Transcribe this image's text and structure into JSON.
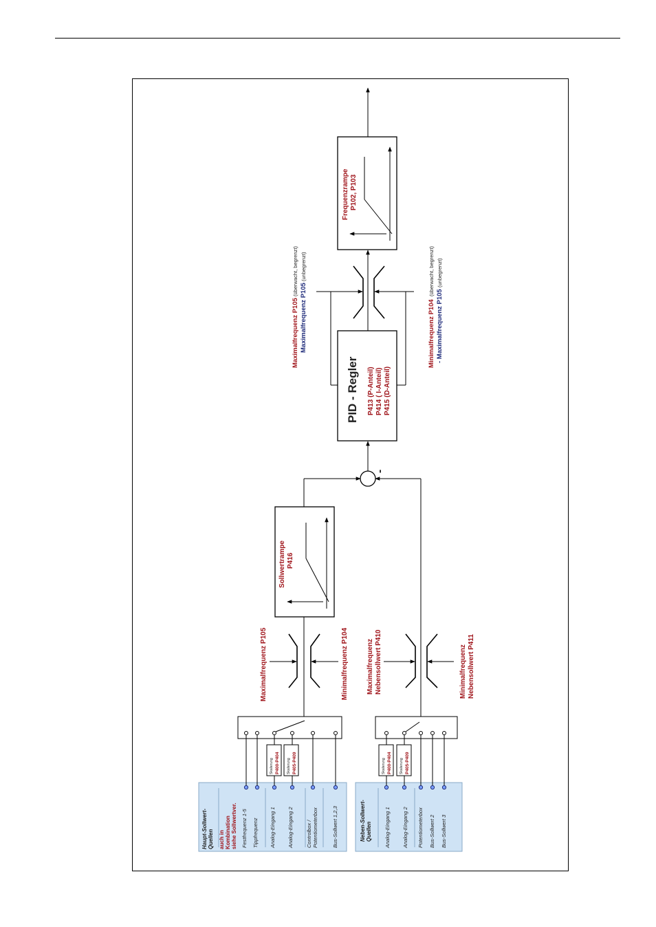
{
  "haupt": {
    "title_line1": "Haupt-Sollwert-",
    "title_line2": "Quellen",
    "combo_line1": "auch in",
    "combo_line2": "Kombination",
    "combo_line3": "siehe Sollwertver.",
    "items": [
      "Festfrequenz 1-5",
      "Tippfrequenz",
      "Analog-Eingang 1",
      "Analog-Eingang 2",
      "Controlbox /",
      "Bus-Sollwert 1,2,3"
    ],
    "item5_line2": "Potentiometerbox",
    "skal1_label": "Skalierung",
    "skal1_value": "P400-P404",
    "skal2_label": "Skalierung",
    "skal2_value": "P405-P409"
  },
  "neben": {
    "title_line1": "Neben-Sollwert-",
    "title_line2": "Quellen",
    "items": [
      "Analog-Eingang 1",
      "Analog-Eingang 2",
      "Potentiometerbox",
      "Bus-Sollwert 2",
      "Bus-Sollwert 3"
    ],
    "skal1_label": "Skalierung",
    "skal1_value": "P400-P404",
    "skal2_label": "Skalierung",
    "skal2_value": "P405-P409"
  },
  "limiter_main": {
    "max_label": "Maximalfrequenz P105",
    "min_label": "Minimalfrequenz P104"
  },
  "limiter_neben": {
    "max_line1": "Maximalfrequenz",
    "max_line2": "Nebensollwert P410",
    "min_line1": "Minimalfrequenz",
    "min_line2": "Nebensollwert P411"
  },
  "sollwertrampe": {
    "title": "Sollwertrampe",
    "param": "P416"
  },
  "summing": {
    "minus": "-"
  },
  "pid": {
    "title": "PID - Regler",
    "p_line": "P413 (P-Anteil)",
    "i_line": "P414 ( I-Anteil)",
    "d_line": "P415 (D-Anteil)"
  },
  "limiter_out": {
    "max_red": "Maximalfrequenz P105",
    "max_red_note": " (überwacht, begrenzt)",
    "max_blue": "Maximalfrequenz P105",
    "max_blue_note": " (unbegrenzt)",
    "min_red": "Minimalfrequenz P104",
    "min_red_note": " (überwacht, begrenzt)",
    "min_blue": "- Maximalfrequenz P105",
    "min_blue_note": " (unbegrenzt)"
  },
  "frequenzrampe": {
    "title": "Frequenzrampe",
    "params": "P102, P103"
  },
  "colors": {
    "accent_red": "#a0161c",
    "accent_blue": "#1f2b7a",
    "panel_blue": "#cfe3f5"
  }
}
